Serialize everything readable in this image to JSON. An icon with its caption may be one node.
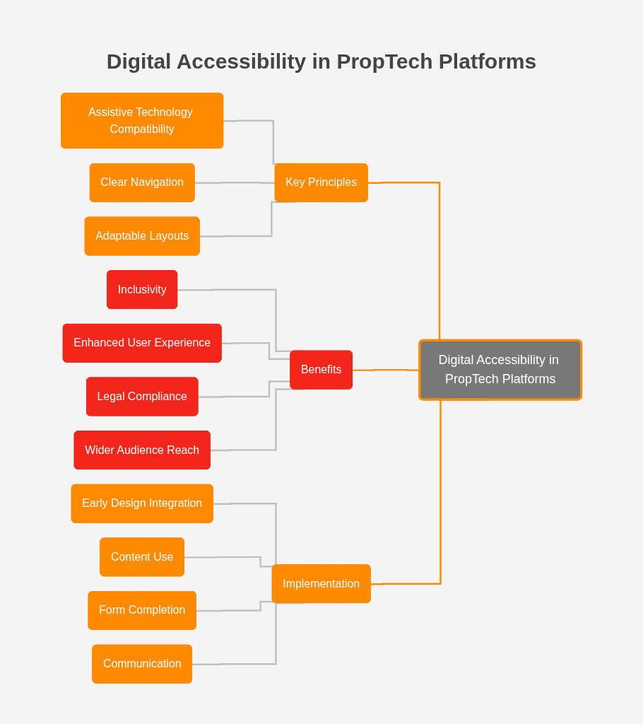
{
  "diagram": {
    "title": "Digital Accessibility in PropTech Platforms",
    "nodes": [
      {
        "text": [
          "Digital Accessibility in PropTech Platforms"
        ]
      },
      {
        "text": [
          "Key Principles"
        ]
      },
      {
        "text": [
          "Assistive Technology Compatibility"
        ]
      },
      {
        "text": [
          "Clear Navigation"
        ]
      },
      {
        "text": [
          "Adaptable Layouts"
        ]
      },
      {
        "text": [
          "Benefits"
        ]
      },
      {
        "text": [
          "Inclusivity"
        ]
      },
      {
        "text": [
          "Enhanced User Experience"
        ]
      },
      {
        "text": [
          "Legal Compliance"
        ]
      },
      {
        "text": [
          "Wider Audience Reach"
        ]
      },
      {
        "text": [
          "Implementation"
        ]
      },
      {
        "text": [
          "Early Design Integration"
        ]
      },
      {
        "text": [
          "Content Use"
        ]
      },
      {
        "text": [
          "Form Completion"
        ]
      },
      {
        "text": [
          "Communication"
        ]
      }
    ],
    "edges": [
      {
        "from": 0,
        "to": 1,
        "arrow": "none",
        "color": "#ff8c00"
      },
      {
        "from": 0,
        "to": 5,
        "arrow": "none",
        "color": "#ff8c00"
      },
      {
        "from": 0,
        "to": 10,
        "arrow": "none",
        "color": "#ff8c00"
      },
      {
        "from": 1,
        "to": 2,
        "arrow": "none"
      },
      {
        "from": 1,
        "to": 3,
        "arrow": "none"
      },
      {
        "from": 1,
        "to": 4,
        "arrow": "none"
      },
      {
        "from": 5,
        "to": 6,
        "arrow": "none"
      },
      {
        "from": 5,
        "to": 7,
        "arrow": "none"
      },
      {
        "from": 5,
        "to": 8,
        "arrow": "none"
      },
      {
        "from": 5,
        "to": 9,
        "arrow": "none"
      },
      {
        "from": 10,
        "to": 11,
        "arrow": "none"
      },
      {
        "from": 10,
        "to": 12,
        "arrow": "none"
      },
      {
        "from": 10,
        "to": 13,
        "arrow": "none"
      },
      {
        "from": 10,
        "to": 14,
        "arrow": "none"
      }
    ]
  }
}
